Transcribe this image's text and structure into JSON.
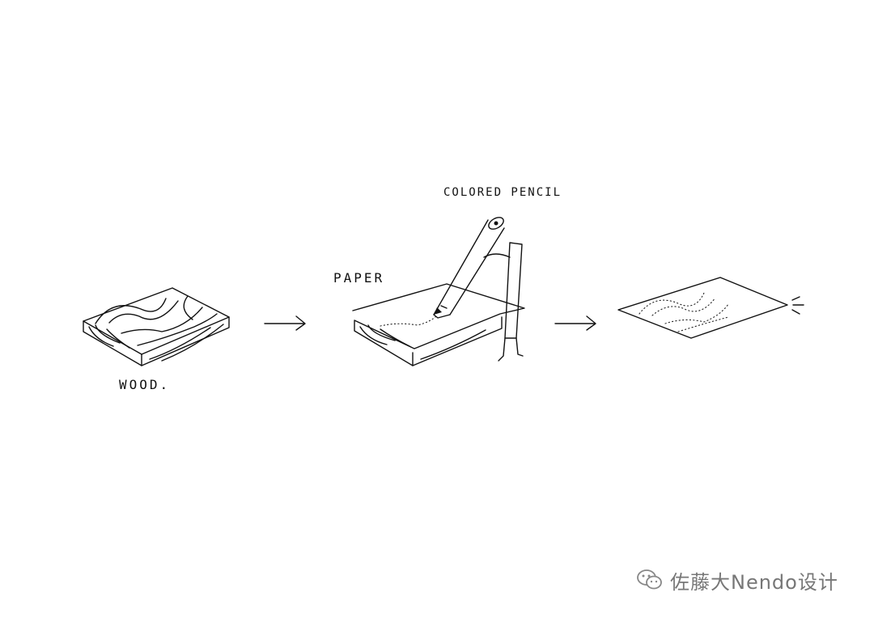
{
  "labels": {
    "wood": "WOOD.",
    "paper": "PAPER",
    "colored_pencil": "COLORED PENCIL"
  },
  "watermark": {
    "text": "佐藤大Nendo设计",
    "icon": "wechat-icon"
  },
  "colors": {
    "ink": "#111111",
    "watermark": "#777777",
    "background": "#ffffff"
  }
}
